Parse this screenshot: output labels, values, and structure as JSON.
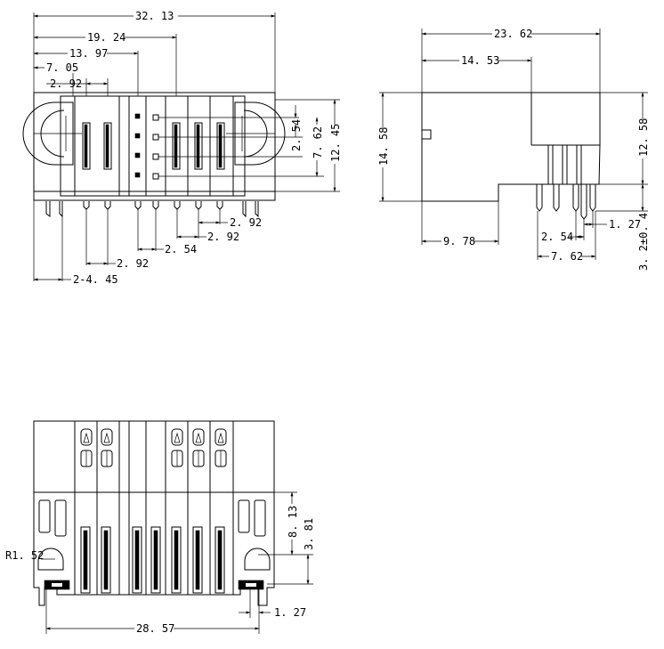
{
  "top_view": {
    "overall_width": "32. 13",
    "dim_19_24": "19. 24",
    "dim_13_97": "13. 97",
    "dim_7_05": "7. 05",
    "dim_2_92_top": "2. 92",
    "pitch_2_54_right": "2. 54",
    "row_7_62": "7. 62",
    "height_12_45": "12. 45",
    "pitch_2_92_a": "2. 92",
    "pitch_2_92_b": "2. 92",
    "pitch_2_54_bottom": "2. 54",
    "pitch_2_92_c": "2. 92",
    "pin_dia": "2-4. 45"
  },
  "side_view": {
    "overall_length": "23. 62",
    "dim_14_53": "14. 53",
    "height_14_58": "14. 58",
    "height_12_58": "12. 58",
    "dim_9_78": "9. 78",
    "pitch_2_54": "2. 54",
    "pitch_1_27": "1. 27",
    "row_7_62": "7. 62",
    "pin_length": "3. 2±0. 4"
  },
  "front_view": {
    "radius": "R1. 52",
    "dim_8_13": "8. 13",
    "dim_3_81": "3. 81",
    "pitch_1_27": "1. 27",
    "mount_28_57": "28. 57"
  }
}
